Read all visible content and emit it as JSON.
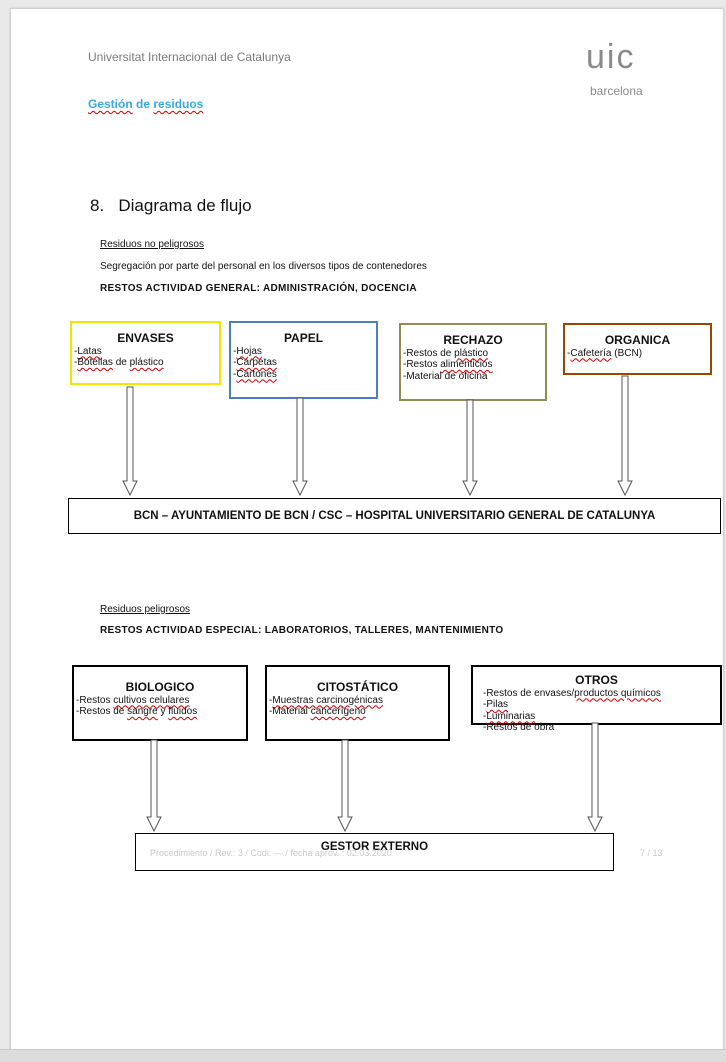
{
  "header": {
    "institution": "Universitat Internacional de Catalunya",
    "subtitle_word1": "Gestión",
    "subtitle_mid": " de ",
    "subtitle_word2": "residuos",
    "logo_mark": "uic",
    "logo_city": "barcelona"
  },
  "section": {
    "number": "8.",
    "title": "Diagrama de flujo"
  },
  "non_hazardous": {
    "heading": "Residuos no peligrosos",
    "description": "Segregación por parte del personal en los diversos tipos de contenedores",
    "activity": "RESTOS ACTIVIDAD GENERAL: ADMINISTRACIÓN, DOCENCIA",
    "boxes": [
      {
        "title": "ENVASES",
        "border": "#f2e600",
        "items": [
          "-Latas",
          "-Botellas de plástico"
        ]
      },
      {
        "title": "PAPEL",
        "border": "#4f7dbb",
        "items": [
          "-Hojas",
          "-Carpetas",
          "-Cartones"
        ]
      },
      {
        "title": "RECHAZO",
        "border": "#948a54",
        "items": [
          "-Restos de plástico",
          "-Restos alimenticios",
          "-Material de oficina"
        ]
      },
      {
        "title": "ORGANICA",
        "border": "#984806",
        "items": [
          "-Cafetería (BCN)"
        ]
      }
    ],
    "destination": "BCN – AYUNTAMIENTO DE BCN  / CSC – HOSPITAL UNIVERSITARIO GENERAL DE CATALUNYA"
  },
  "hazardous": {
    "heading": "Residuos peligrosos",
    "activity": "RESTOS ACTIVIDAD ESPECIAL: LABORATORIOS, TALLERES, MANTENIMIENTO",
    "boxes": [
      {
        "title": "BIOLOGICO",
        "border": "#000000",
        "items": [
          "-Restos cultivos celulares",
          "-Restos de sangre y fluidos"
        ]
      },
      {
        "title": "CITOSTÁTICO",
        "border": "#000000",
        "items": [
          "-Muestras carcinogénicas",
          "-Material cancerígeno"
        ]
      },
      {
        "title": "OTROS",
        "border": "#000000",
        "items": [
          "-Restos de envases/productos químicos",
          "-Pilas",
          "-Luminarias",
          "-Restos de obra"
        ]
      }
    ],
    "destination": "GESTOR EXTERNO"
  },
  "footer": {
    "left": "Procedimiento / Rev.: 3 / Codi: — / fecha aprov. : 02.03.2020",
    "page": "7 / 13"
  }
}
